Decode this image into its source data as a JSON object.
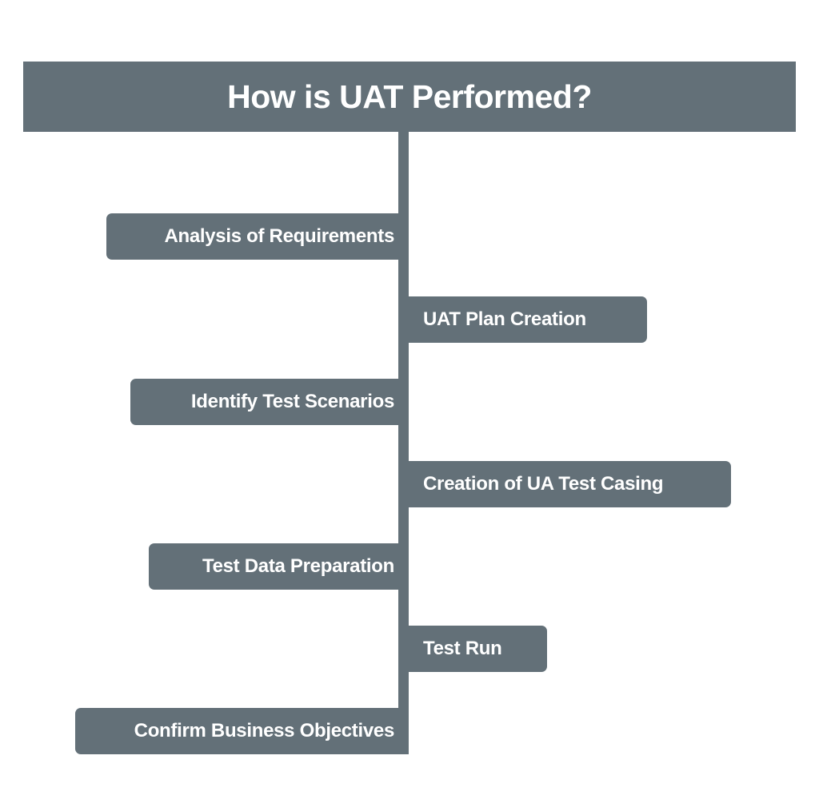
{
  "title": "How is UAT Performed?",
  "steps": [
    {
      "label": "Analysis of Requirements",
      "side": "left"
    },
    {
      "label": "UAT Plan Creation",
      "side": "right"
    },
    {
      "label": "Identify Test Scenarios",
      "side": "left"
    },
    {
      "label": "Creation of UA Test Casing",
      "side": "right"
    },
    {
      "label": "Test Data Preparation",
      "side": "left"
    },
    {
      "label": "Test Run",
      "side": "right"
    },
    {
      "label": "Confirm Business Objectives",
      "side": "left"
    }
  ],
  "colors": {
    "block": "#637078",
    "text": "#ffffff",
    "background": "#ffffff"
  }
}
